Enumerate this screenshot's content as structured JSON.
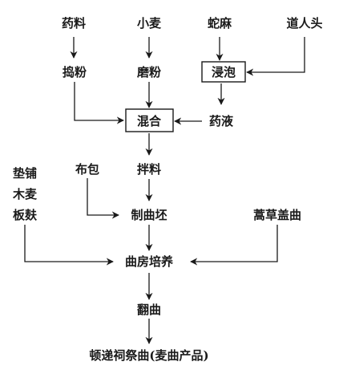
{
  "diagram": {
    "nodes": [
      {
        "id": "n-yaoliao",
        "label": "药料"
      },
      {
        "id": "n-xiaomai",
        "label": "小麦"
      },
      {
        "id": "n-shema",
        "label": "蛇麻"
      },
      {
        "id": "n-daorentou",
        "label": "道人头"
      },
      {
        "id": "n-daofen",
        "label": "捣粉"
      },
      {
        "id": "n-mofen",
        "label": "磨粉"
      },
      {
        "id": "n-jinpao",
        "label": "浸泡",
        "boxed": true
      },
      {
        "id": "n-hunhe",
        "label": "混合",
        "boxed": true
      },
      {
        "id": "n-yaoye",
        "label": "药液"
      },
      {
        "id": "n-dianpu",
        "label": "垫铺"
      },
      {
        "id": "n-mumai",
        "label": "木麦"
      },
      {
        "id": "n-banfu",
        "label": "板麸"
      },
      {
        "id": "n-bubao",
        "label": "布包"
      },
      {
        "id": "n-banliao",
        "label": "拌料"
      },
      {
        "id": "n-zhiqupi",
        "label": "制曲坯"
      },
      {
        "id": "n-haocao",
        "label": "蒿草盖曲"
      },
      {
        "id": "n-qufang",
        "label": "曲房培养"
      },
      {
        "id": "n-fanqu",
        "label": "翻曲"
      },
      {
        "id": "n-product",
        "label": "顿递祠祭曲(麦曲产品)"
      }
    ],
    "edges": [
      {
        "from": "n-yaoliao",
        "to": "n-daofen"
      },
      {
        "from": "n-xiaomai",
        "to": "n-mofen"
      },
      {
        "from": "n-shema",
        "to": "n-jinpao"
      },
      {
        "from": "n-daorentou",
        "to": "n-jinpao"
      },
      {
        "from": "n-jinpao",
        "to": "n-yaoye"
      },
      {
        "from": "n-daofen",
        "to": "n-hunhe"
      },
      {
        "from": "n-mofen",
        "to": "n-hunhe"
      },
      {
        "from": "n-yaoye",
        "to": "n-hunhe"
      },
      {
        "from": "n-hunhe",
        "to": "n-banliao"
      },
      {
        "from": "n-banliao",
        "to": "n-zhiqupi"
      },
      {
        "from": "n-bubao",
        "to": "n-zhiqupi"
      },
      {
        "from": "n-zhiqupi",
        "to": "n-qufang"
      },
      {
        "from": "n-banfu",
        "to": "n-qufang"
      },
      {
        "from": "n-haocao",
        "to": "n-qufang"
      },
      {
        "from": "n-qufang",
        "to": "n-fanqu"
      },
      {
        "from": "n-fanqu",
        "to": "n-product"
      }
    ]
  }
}
